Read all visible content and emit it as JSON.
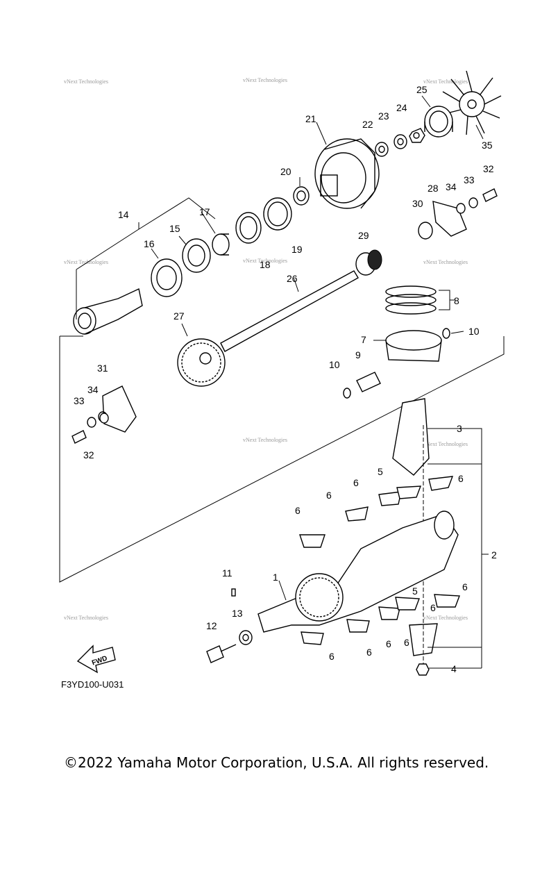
{
  "diagram": {
    "code": "F3YD100-U031",
    "fwd_label": "FWD",
    "watermark": "vNext Technologies",
    "callouts": [
      "1",
      "2",
      "3",
      "4",
      "5",
      "5",
      "6",
      "6",
      "6",
      "6",
      "6",
      "6",
      "6",
      "6",
      "6",
      "6",
      "7",
      "8",
      "9",
      "10",
      "10",
      "11",
      "12",
      "13",
      "14",
      "15",
      "16",
      "17",
      "18",
      "19",
      "20",
      "21",
      "22",
      "23",
      "24",
      "25",
      "26",
      "27",
      "28",
      "29",
      "30",
      "31",
      "32",
      "32",
      "33",
      "33",
      "34",
      "34",
      "35"
    ]
  },
  "footer": {
    "copyright": "©2022 Yamaha Motor Corporation, U.S.A. All rights reserved."
  }
}
